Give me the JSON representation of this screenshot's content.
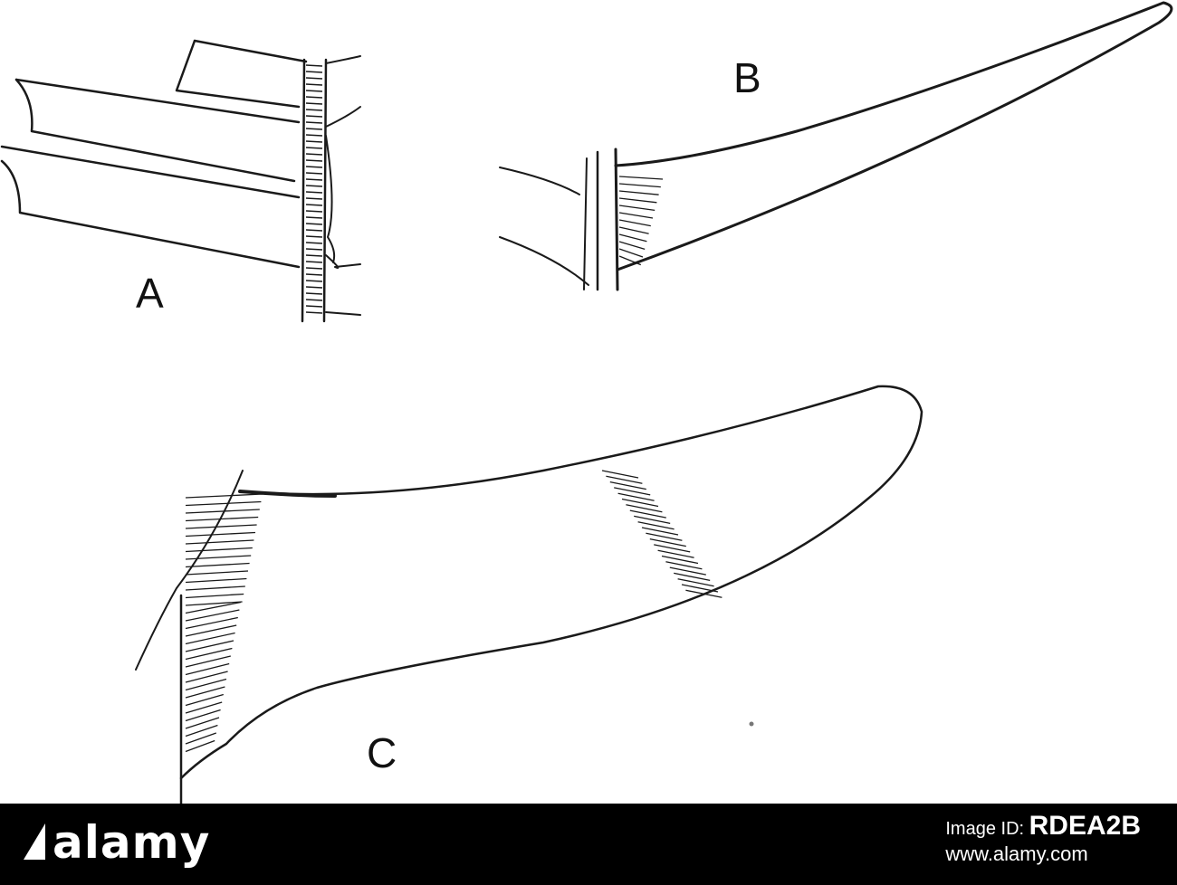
{
  "figure": {
    "labels": {
      "a": "A",
      "b": "B",
      "c": "C"
    }
  },
  "banner": {
    "brand": "alamy",
    "image_id_label": "Image ID:",
    "image_id": "RDEA2B",
    "url": "www.alamy.com"
  },
  "colors": {
    "ink": "#1a1a1a",
    "background": "#ffffff",
    "banner": "#000000"
  }
}
